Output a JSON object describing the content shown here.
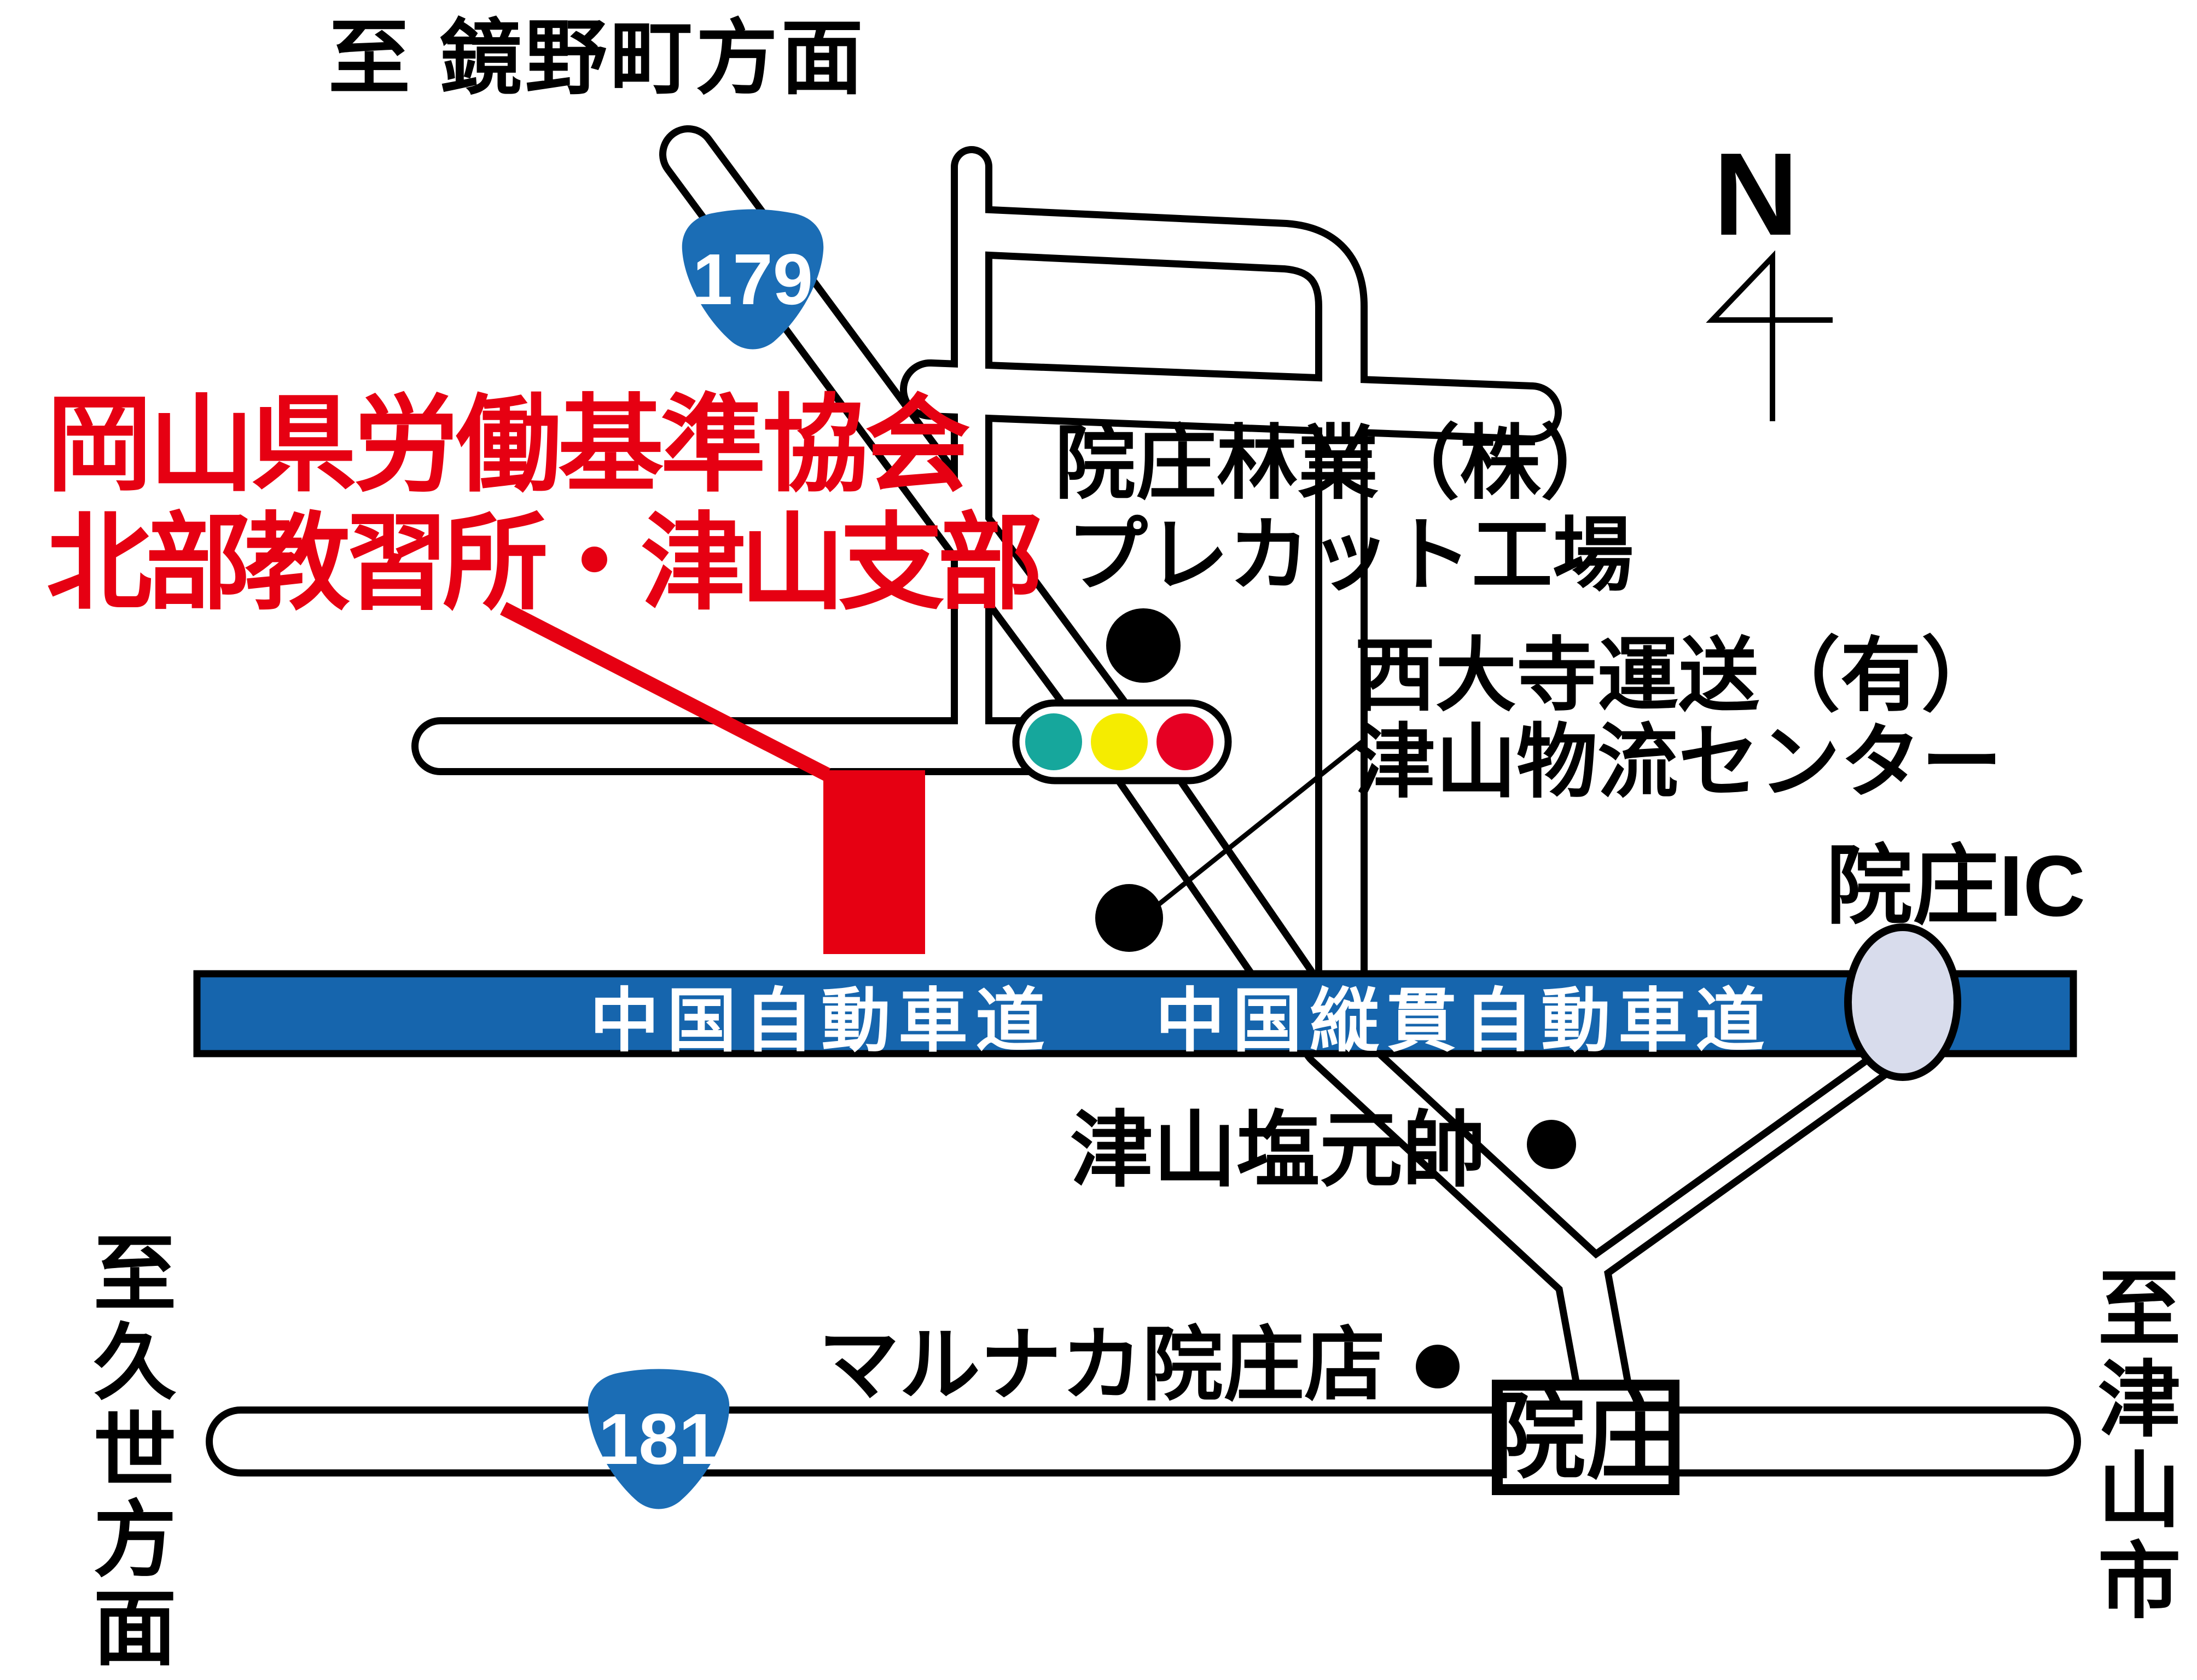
{
  "map": {
    "type": "access-map",
    "compass_label": "N",
    "destination_top": "至 鏡野町方面",
    "destination_west": "至久世方面",
    "destination_east": "至津山市",
    "facility": {
      "name_line1": "岡山県労働基準協会",
      "name_line2": "北部教習所・津山支部",
      "accent_color": "#e60012"
    },
    "landmarks": {
      "lumber_line1": "院庄林業（株）",
      "lumber_line2": "プレカット工場",
      "transport_line1": "西大寺運送（有）",
      "transport_line2": "津山物流センター",
      "ramen": "津山塩元帥",
      "supermarket": "マルナカ院庄店"
    },
    "expressway": {
      "label_left": "中国自動車道",
      "label_right": "中国縦貫自動車道",
      "band_color": "#1665ad",
      "text_color": "#ffffff"
    },
    "interchange": {
      "name": "院庄IC",
      "circle_color": "#d8dcec"
    },
    "station_box_label": "院庄",
    "routes": {
      "route_179": "179",
      "route_181": "181",
      "badge_color": "#1b6db5",
      "badge_text_color": "#ffffff"
    },
    "traffic_light": {
      "green": "#16a79c",
      "yellow": "#f5ec00",
      "red": "#e60023"
    }
  }
}
